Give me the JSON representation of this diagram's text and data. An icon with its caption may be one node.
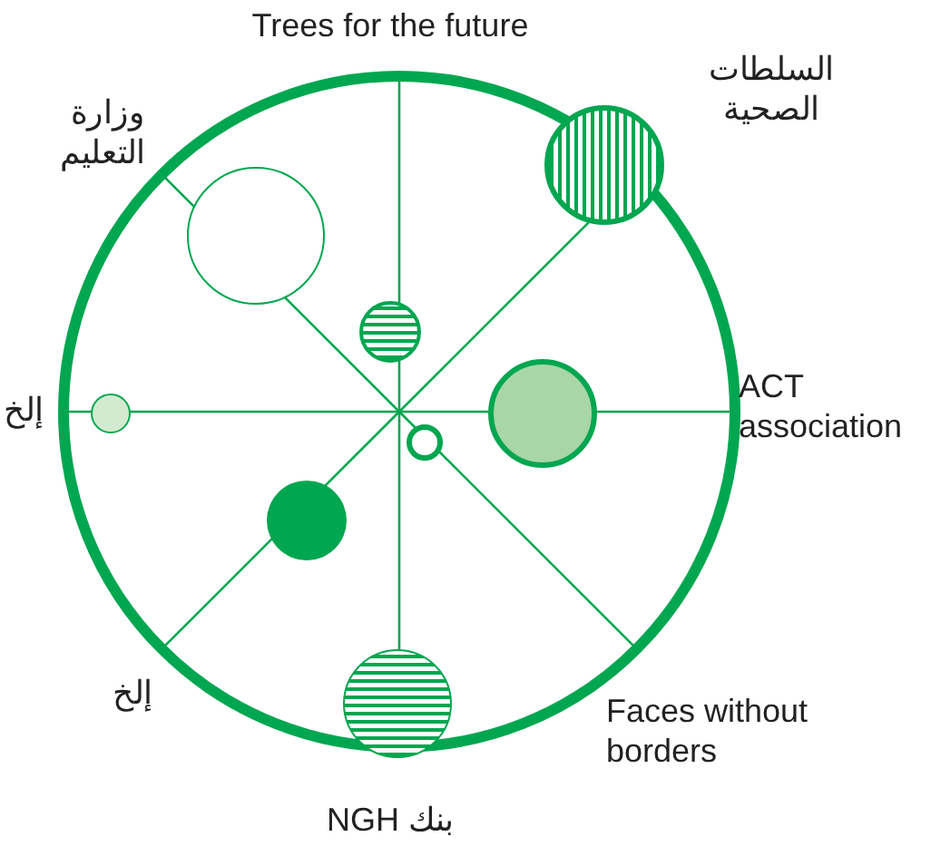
{
  "diagram": {
    "nodes": [
      {
        "text": [],
        "shape": "circle"
      },
      {
        "text": [],
        "shape": "circle"
      },
      {
        "text": [],
        "shape": "circle"
      },
      {
        "text": [],
        "shape": "circle"
      },
      {
        "text": [],
        "shape": "circle"
      },
      {
        "text": [],
        "shape": "circle"
      },
      {
        "text": [],
        "shape": "circle"
      },
      {
        "text": [],
        "shape": "circle"
      }
    ],
    "edges": [],
    "labels": [
      "Trees for the future",
      "وزارة التعليم",
      "السلطات الصحية",
      "إلخ",
      "ACT association",
      "إلخ",
      "Faces without borders",
      "بنك NGH"
    ]
  }
}
